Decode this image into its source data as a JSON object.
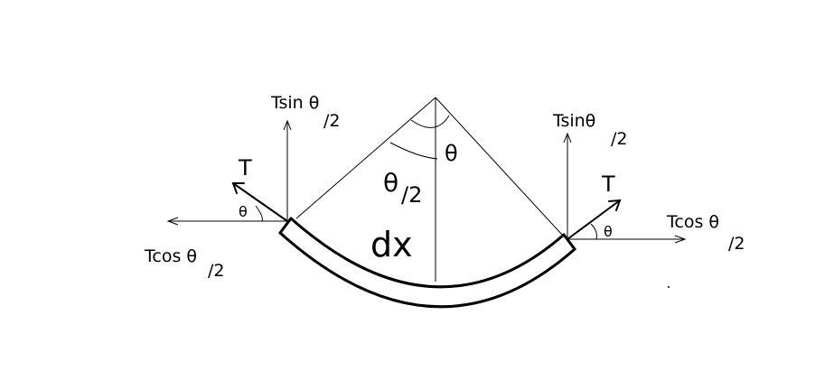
{
  "labels": {
    "tension_left": "T",
    "tension_right": "T",
    "vertical_left_main": "Tsin θ",
    "vertical_left_frac": "/2",
    "vertical_right_main": "Tsinθ",
    "vertical_right_frac": "/2",
    "horizontal_left_main": "Tcos θ",
    "horizontal_left_frac": "/2",
    "horizontal_right_main": "Tcos θ",
    "horizontal_right_frac": "/2",
    "angle_top": "θ",
    "angle_half_main": "θ",
    "angle_half_frac": "/2",
    "angle_left": "θ",
    "angle_right": "θ",
    "element_length": "dx"
  },
  "colors": {
    "ink": "#000000",
    "background": "#ffffff"
  }
}
